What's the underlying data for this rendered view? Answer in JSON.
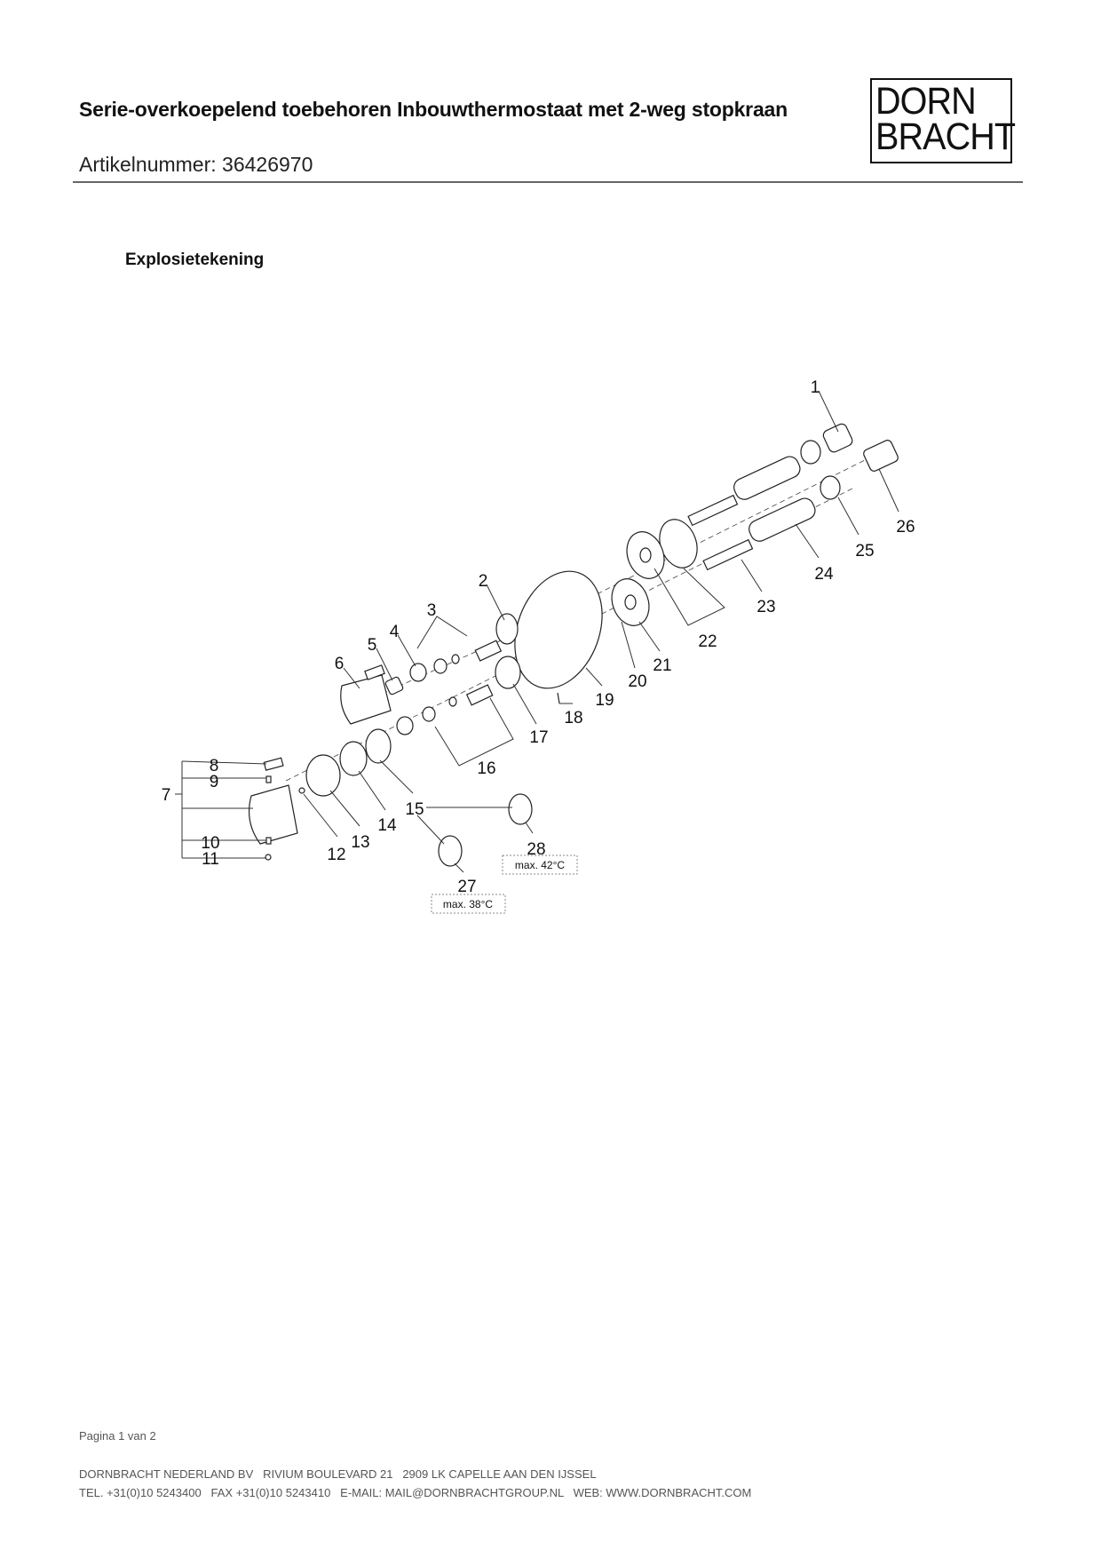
{
  "header": {
    "title": "Serie-overkoepelend toebehoren Inbouwthermostaat met 2-weg stopkraan",
    "article_number": "Artikelnummer: 36426970",
    "logo_line1": "DORN",
    "logo_line2": "BRACHT"
  },
  "section_title": "Explosietekening",
  "diagram": {
    "callouts": [
      "1",
      "2",
      "3",
      "4",
      "5",
      "6",
      "7",
      "8",
      "9",
      "10",
      "11",
      "12",
      "13",
      "14",
      "15",
      "16",
      "17",
      "18",
      "19",
      "20",
      "21",
      "22",
      "23",
      "24",
      "25",
      "26",
      "27",
      "28"
    ],
    "note_28": "max. 42°C",
    "note_27": "max. 38°C"
  },
  "footer": {
    "page": "Pagina 1 van 2",
    "address": "DORNBRACHT NEDERLAND BV   RIVIUM BOULEVARD 21   2909 LK CAPELLE AAN DEN IJSSEL",
    "contact": "TEL. +31(0)10 5243400   FAX +31(0)10 5243410   E-MAIL: MAIL@DORNBRACHTGROUP.NL   WEB: WWW.DORNBRACHT.COM"
  }
}
